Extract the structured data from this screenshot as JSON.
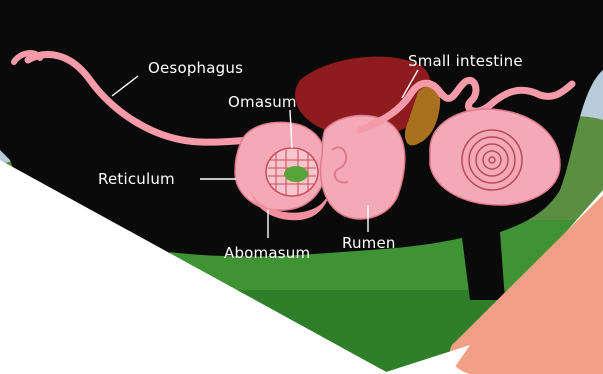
{
  "labels": {
    "oesophagus": "Oesophagus",
    "omasum": "Omasum",
    "small_intestine": "Small intestine",
    "reticulum": "Reticulum",
    "abomasum": "Abomasum",
    "rumen": "Rumen"
  },
  "colors": {
    "sky": "#a9c2d2",
    "field": "#3a8a2f",
    "cow_body": "#0a0a0a",
    "stomach_pink": "#f4aab6",
    "intestine_pink": "#f59aa8",
    "liver": "#8e1b1e",
    "bile": "#a8701f",
    "corner_accent": "#f2a085",
    "overlay": "#ffffff"
  }
}
